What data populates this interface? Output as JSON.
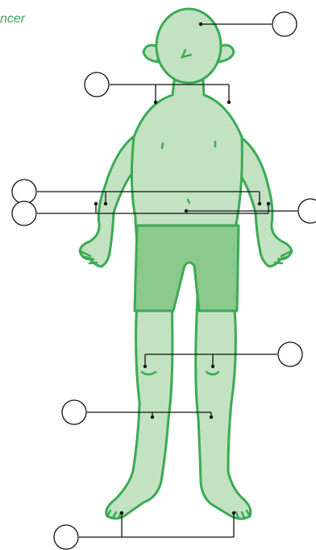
{
  "title": "ncer",
  "colors": {
    "outline": "#3aaa54",
    "body_fill": "#c2e2c2",
    "shorts_fill": "#8cc98c",
    "leader_line": "#111111",
    "callout_circle": "#ffffff"
  },
  "callouts": [
    {
      "id": "head",
      "label": ""
    },
    {
      "id": "shoulders",
      "label": ""
    },
    {
      "id": "elbows",
      "label": ""
    },
    {
      "id": "navel",
      "label": ""
    },
    {
      "id": "hands",
      "label": ""
    },
    {
      "id": "knees",
      "label": ""
    },
    {
      "id": "shins",
      "label": ""
    },
    {
      "id": "feet",
      "label": ""
    }
  ]
}
